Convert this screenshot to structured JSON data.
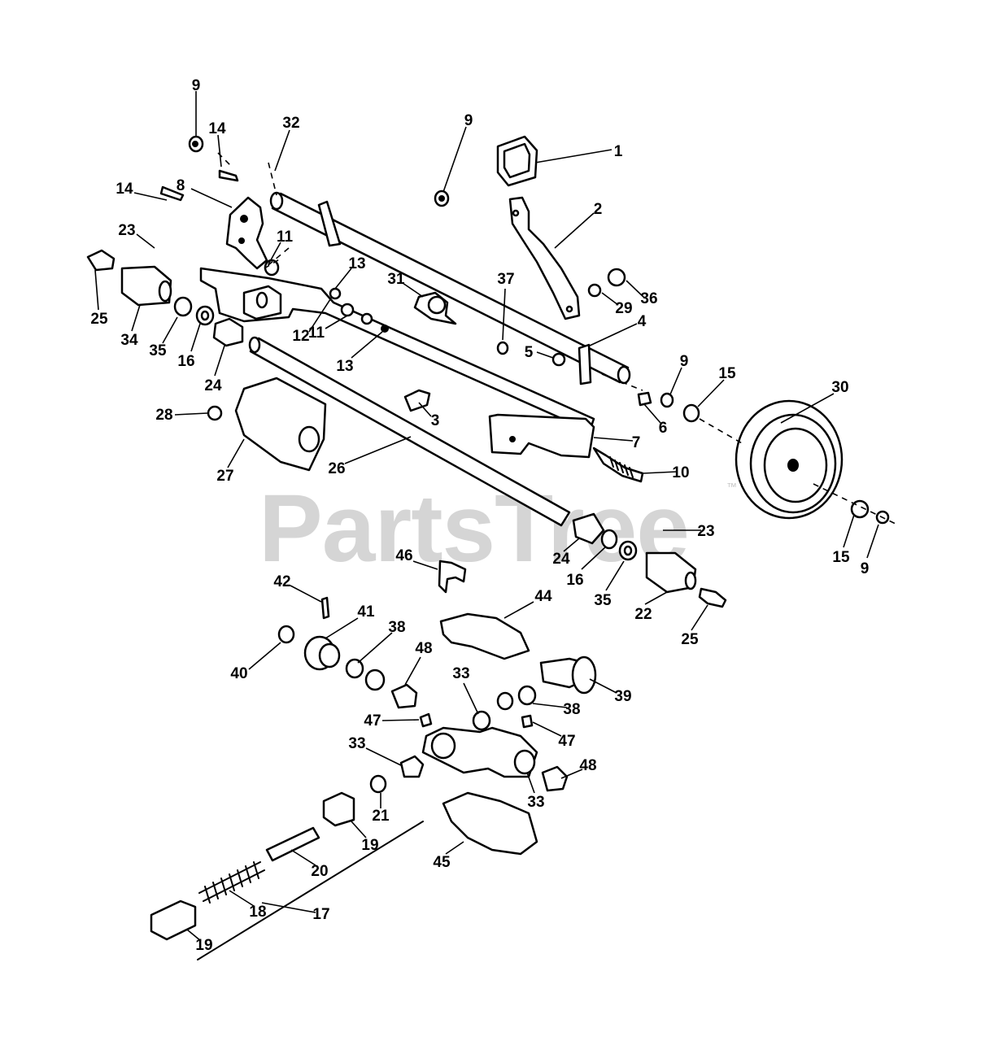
{
  "watermark": {
    "text": "PartsTree",
    "trademark": "™"
  },
  "colors": {
    "line": "#000000",
    "background": "#ffffff",
    "watermark": "#c8c8c8"
  },
  "callouts": [
    {
      "id": "c1",
      "label": "1"
    },
    {
      "id": "c2",
      "label": "2"
    },
    {
      "id": "c3",
      "label": "3"
    },
    {
      "id": "c4",
      "label": "4"
    },
    {
      "id": "c5",
      "label": "5"
    },
    {
      "id": "c6",
      "label": "6"
    },
    {
      "id": "c7",
      "label": "7"
    },
    {
      "id": "c8",
      "label": "8"
    },
    {
      "id": "c9a",
      "label": "9"
    },
    {
      "id": "c9b",
      "label": "9"
    },
    {
      "id": "c9c",
      "label": "9"
    },
    {
      "id": "c9d",
      "label": "9"
    },
    {
      "id": "c10",
      "label": "10"
    },
    {
      "id": "c11a",
      "label": "11"
    },
    {
      "id": "c11b",
      "label": "11"
    },
    {
      "id": "c12",
      "label": "12"
    },
    {
      "id": "c13a",
      "label": "13"
    },
    {
      "id": "c13b",
      "label": "13"
    },
    {
      "id": "c14a",
      "label": "14"
    },
    {
      "id": "c14b",
      "label": "14"
    },
    {
      "id": "c15a",
      "label": "15"
    },
    {
      "id": "c15b",
      "label": "15"
    },
    {
      "id": "c16a",
      "label": "16"
    },
    {
      "id": "c16b",
      "label": "16"
    },
    {
      "id": "c17",
      "label": "17"
    },
    {
      "id": "c18",
      "label": "18"
    },
    {
      "id": "c19a",
      "label": "19"
    },
    {
      "id": "c19b",
      "label": "19"
    },
    {
      "id": "c20",
      "label": "20"
    },
    {
      "id": "c21",
      "label": "21"
    },
    {
      "id": "c22",
      "label": "22"
    },
    {
      "id": "c23a",
      "label": "23"
    },
    {
      "id": "c23b",
      "label": "23"
    },
    {
      "id": "c24a",
      "label": "24"
    },
    {
      "id": "c24b",
      "label": "24"
    },
    {
      "id": "c25a",
      "label": "25"
    },
    {
      "id": "c25b",
      "label": "25"
    },
    {
      "id": "c26",
      "label": "26"
    },
    {
      "id": "c27",
      "label": "27"
    },
    {
      "id": "c28",
      "label": "28"
    },
    {
      "id": "c29",
      "label": "29"
    },
    {
      "id": "c30",
      "label": "30"
    },
    {
      "id": "c31",
      "label": "31"
    },
    {
      "id": "c32",
      "label": "32"
    },
    {
      "id": "c33a",
      "label": "33"
    },
    {
      "id": "c33b",
      "label": "33"
    },
    {
      "id": "c33c",
      "label": "33"
    },
    {
      "id": "c34",
      "label": "34"
    },
    {
      "id": "c35a",
      "label": "35"
    },
    {
      "id": "c35b",
      "label": "35"
    },
    {
      "id": "c36",
      "label": "36"
    },
    {
      "id": "c37",
      "label": "37"
    },
    {
      "id": "c38a",
      "label": "38"
    },
    {
      "id": "c38b",
      "label": "38"
    },
    {
      "id": "c39",
      "label": "39"
    },
    {
      "id": "c40",
      "label": "40"
    },
    {
      "id": "c41",
      "label": "41"
    },
    {
      "id": "c42",
      "label": "42"
    },
    {
      "id": "c44",
      "label": "44"
    },
    {
      "id": "c45",
      "label": "45"
    },
    {
      "id": "c46",
      "label": "46"
    },
    {
      "id": "c47a",
      "label": "47"
    },
    {
      "id": "c47b",
      "label": "47"
    },
    {
      "id": "c48a",
      "label": "48"
    },
    {
      "id": "c48b",
      "label": "48"
    }
  ]
}
